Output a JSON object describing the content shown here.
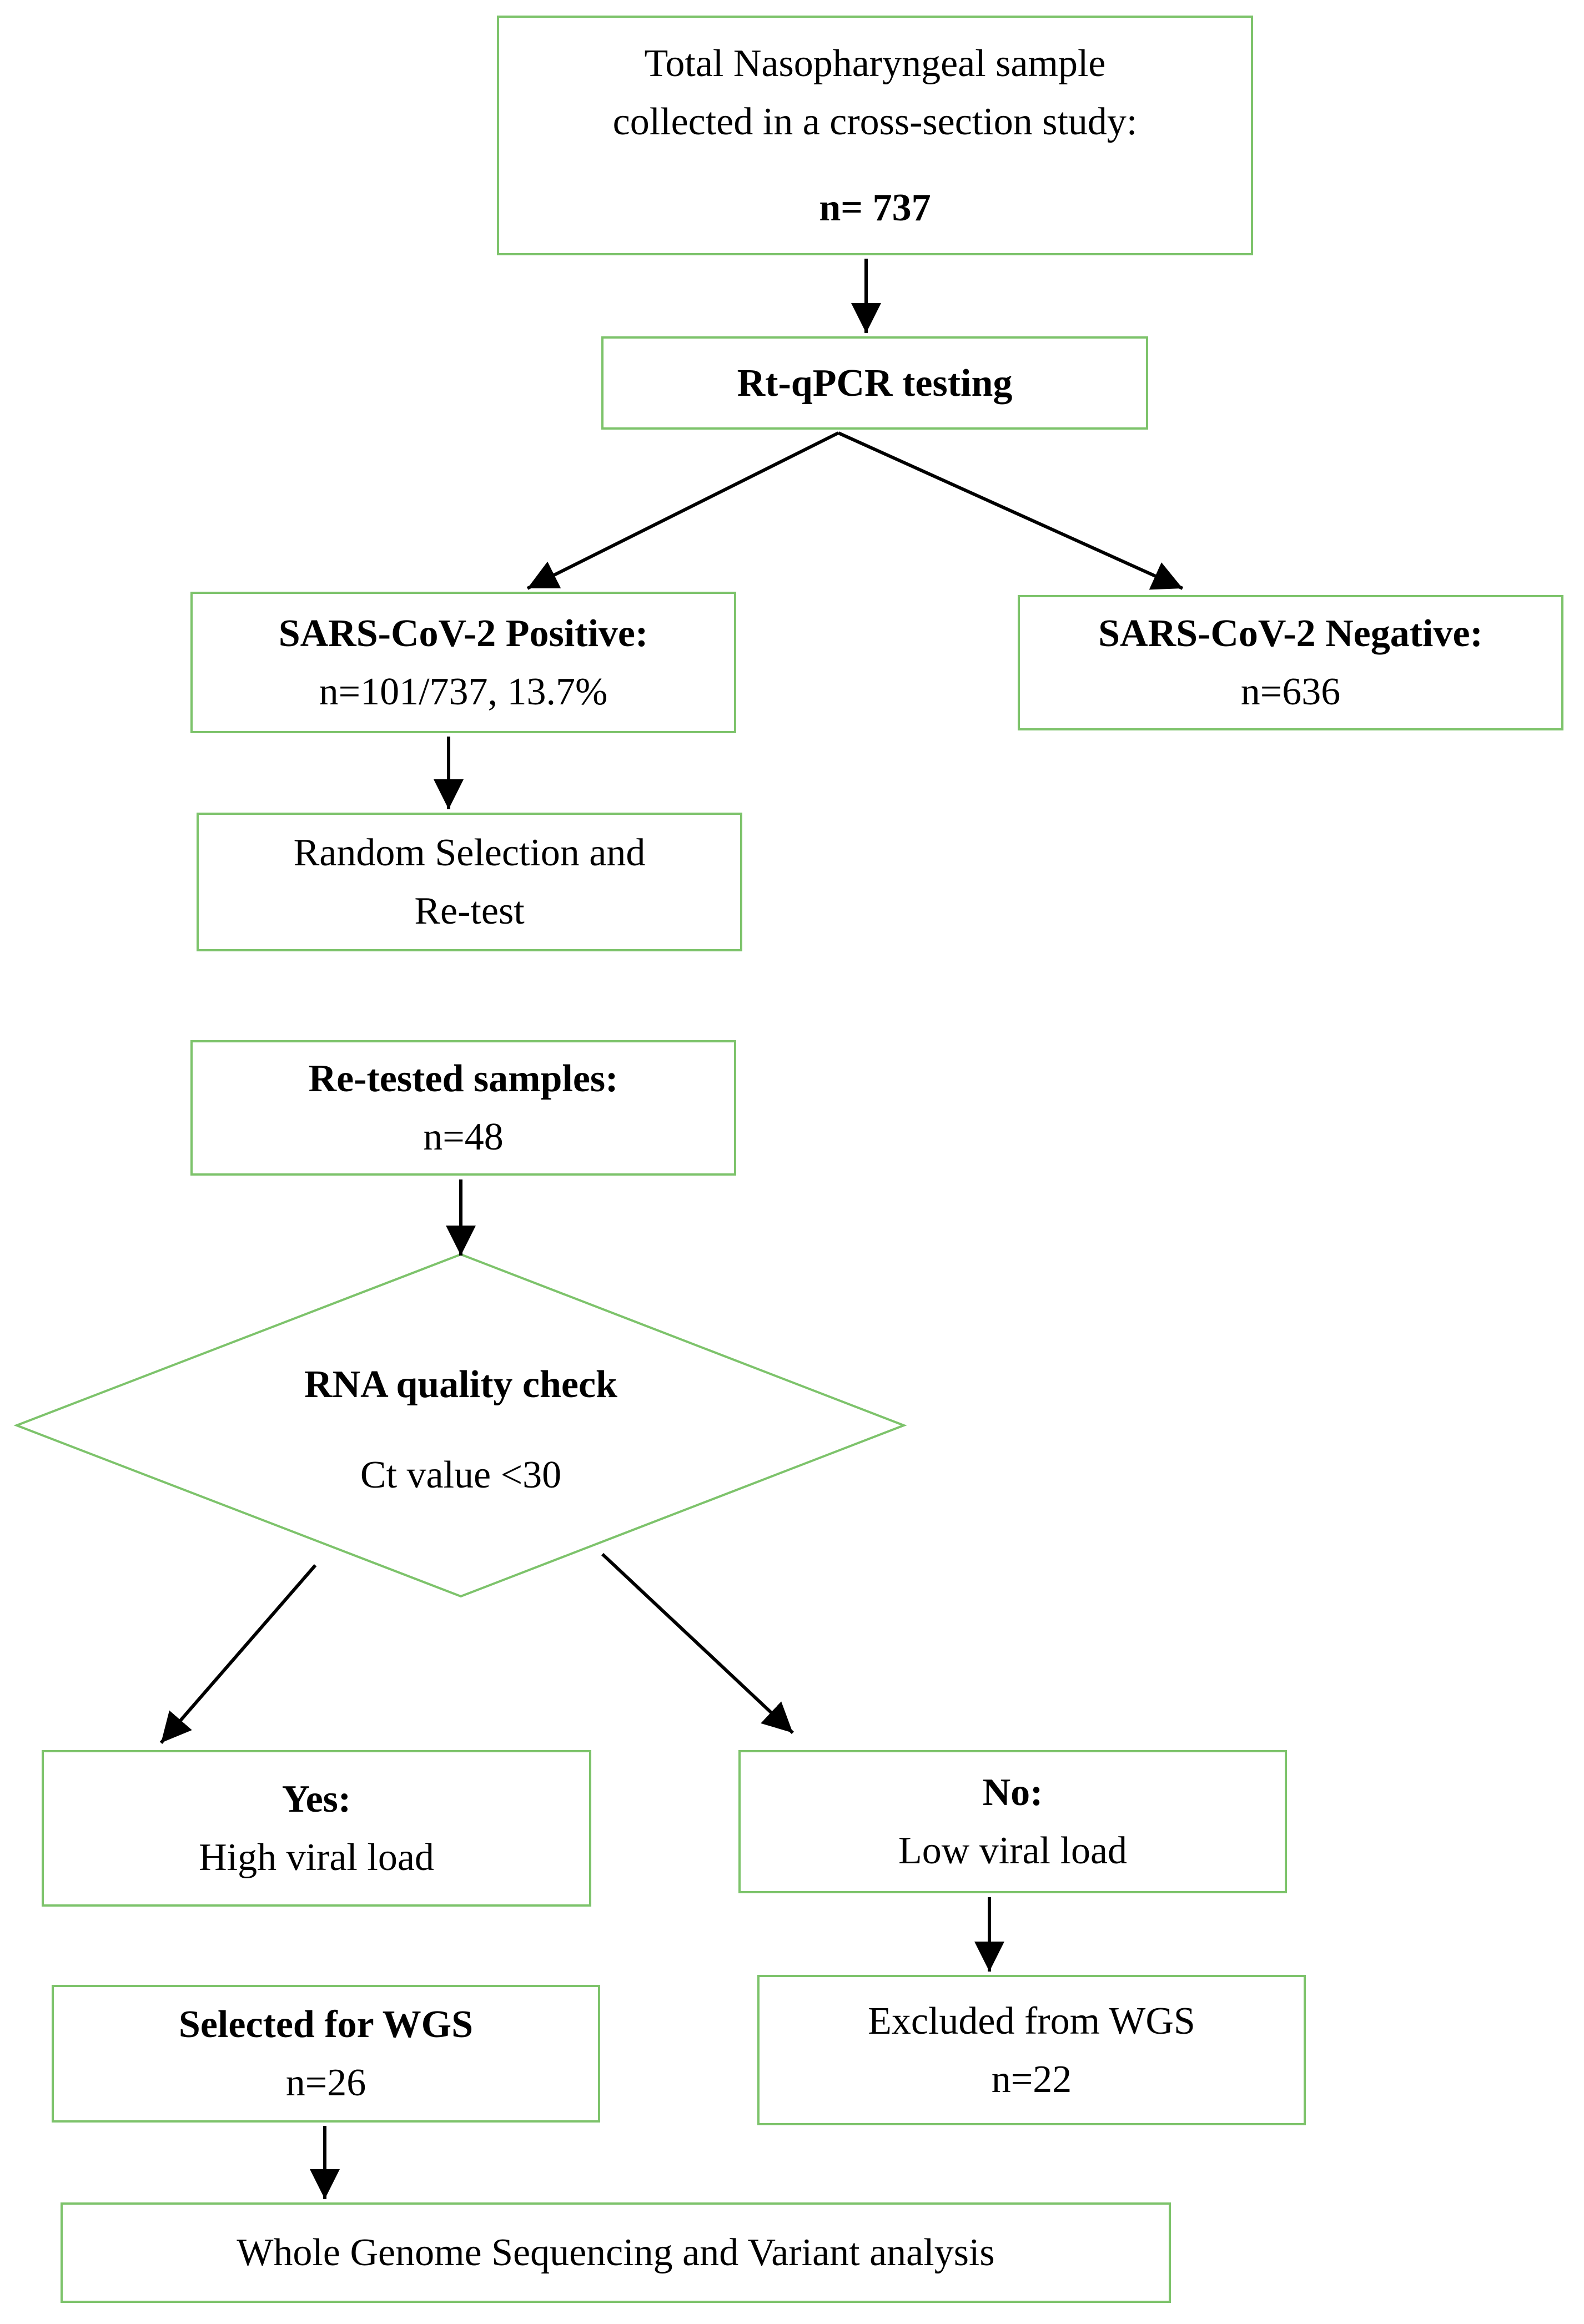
{
  "diagram": {
    "total_samples": {
      "line1": "Total Nasopharyngeal sample",
      "line2": "collected in a cross-section study:",
      "count": "n= 737"
    },
    "testing": {
      "label": "Rt-qPCR testing"
    },
    "positive": {
      "title": "SARS-CoV-2 Positive:",
      "count": "n=101/737, 13.7%"
    },
    "negative": {
      "title": "SARS-CoV-2 Negative:",
      "count": "n=636"
    },
    "random_selection": {
      "line1": "Random Selection and",
      "line2": "Re-test"
    },
    "retested": {
      "title": "Re-tested samples:",
      "count": "n=48"
    },
    "quality_check": {
      "title": "RNA quality check",
      "criterion": "Ct value <30"
    },
    "yes_branch": {
      "title": "Yes:",
      "detail": "High viral load"
    },
    "no_branch": {
      "title": "No:",
      "detail": "Low viral load"
    },
    "selected": {
      "title": "Selected for WGS",
      "count": "n=26"
    },
    "excluded": {
      "title": "Excluded from WGS",
      "count": "n=22"
    },
    "final_step": {
      "label": "Whole Genome Sequencing and Variant analysis"
    }
  },
  "colors": {
    "box_border": "#7dc36b",
    "arrow": "#000000",
    "text": "#000000"
  }
}
